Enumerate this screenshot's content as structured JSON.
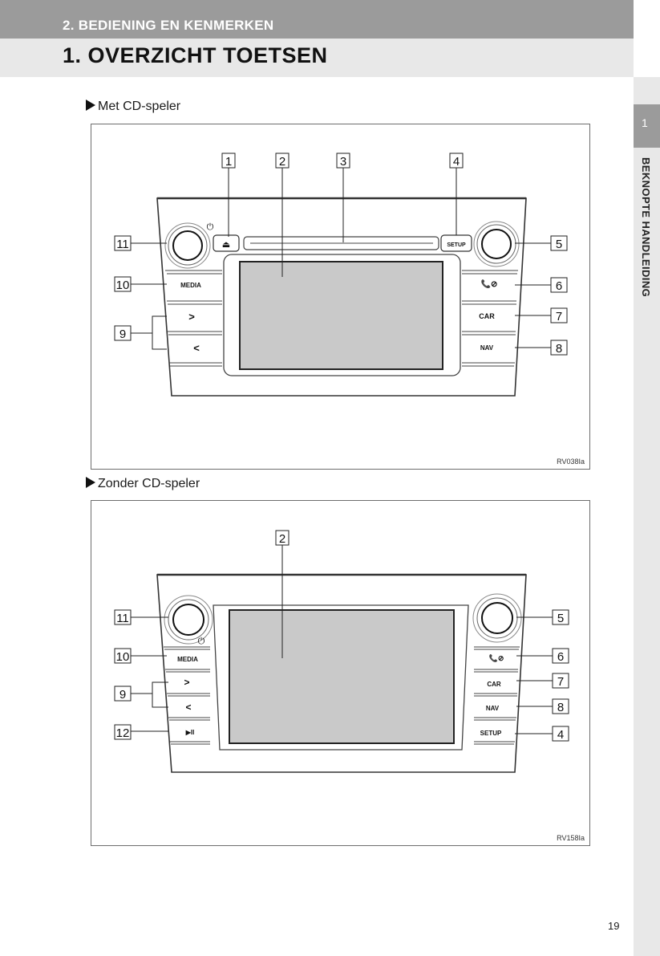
{
  "header": {
    "chapter": "2. BEDIENING EN KENMERKEN",
    "title": "1. OVERZICHT TOETSEN"
  },
  "sidebar": {
    "tab_number": "1",
    "label": "BEKNOPTE HANDLEIDING"
  },
  "page_number": "19",
  "figure_with_cd": {
    "heading": "Met CD-speler",
    "code": "RV038Ia",
    "callouts_top": [
      "1",
      "2",
      "3",
      "4"
    ],
    "callouts_left": [
      "11",
      "10",
      "9"
    ],
    "callouts_right": [
      "5",
      "6",
      "7",
      "8"
    ],
    "buttons": {
      "eject": "⏏",
      "power": "⏻",
      "setup": "SETUP",
      "media": "MEDIA",
      "next": ">",
      "prev": "<",
      "phone": "📞⊘",
      "car": "CAR",
      "nav": "NAV"
    }
  },
  "figure_without_cd": {
    "heading": "Zonder CD-speler",
    "code": "RV158Ia",
    "callouts_top": [
      "2"
    ],
    "callouts_left": [
      "11",
      "10",
      "9",
      "12"
    ],
    "callouts_right": [
      "5",
      "6",
      "7",
      "8",
      "4"
    ],
    "buttons": {
      "power": "⏻",
      "media": "MEDIA",
      "next": ">",
      "prev": "<",
      "play_pause": "▶II",
      "phone": "📞⊘",
      "car": "CAR",
      "nav": "NAV",
      "setup": "SETUP"
    }
  }
}
